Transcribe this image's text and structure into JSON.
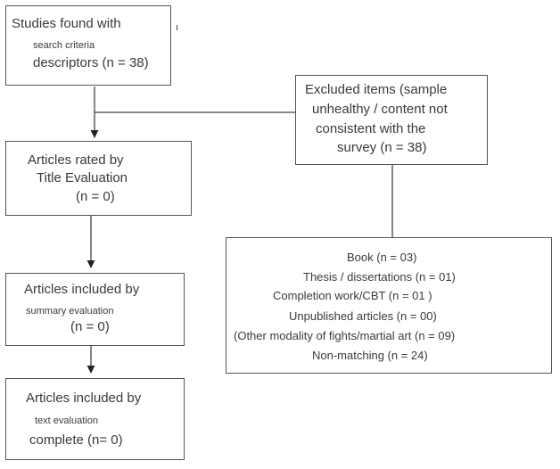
{
  "boxes": {
    "studies_found": {
      "lines": [
        "Studies found with",
        "search criteria",
        "descriptors (n = 38)"
      ],
      "stray_mark": "ı"
    },
    "excluded_items": {
      "lines": [
        "Excluded items (sample",
        "unhealthy / content not",
        "consistent with the",
        "survey (n = 38)"
      ]
    },
    "title_evaluation": {
      "lines": [
        "Articles rated by",
        "Title Evaluation",
        "(n = 0)"
      ]
    },
    "exclusion_reasons": {
      "lines": [
        "Book (n = 03)",
        "Thesis / dissertations (n = 01)",
        "Completion work/CBT (n = 01 )",
        "Unpublished articles (n = 00)",
        "(Other modality of fights/martial art (n = 09)",
        "Non-matching (n = 24)"
      ]
    },
    "summary_evaluation": {
      "lines": [
        "Articles included by",
        "summary evaluation",
        "(n = 0)"
      ]
    },
    "text_evaluation": {
      "lines": [
        "Articles included by",
        "text evaluation",
        "complete (n= 0)"
      ]
    }
  },
  "colors": {
    "border": "#555555",
    "text": "#3a3a3a",
    "line": "#444444"
  }
}
